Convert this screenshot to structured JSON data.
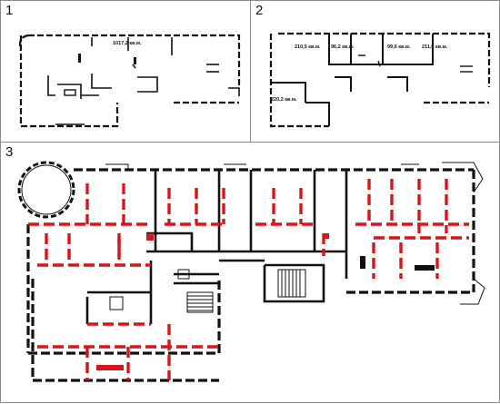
{
  "panels": [
    {
      "number": "1",
      "areas": [
        "1017,2 кв.м."
      ]
    },
    {
      "number": "2",
      "areas": [
        "210,5 кв.м.",
        "96,2 кв.м.",
        "99,6 кв.м.",
        "211,6 кв.м.",
        "220,2 кв.м."
      ]
    },
    {
      "number": "3",
      "areas": []
    }
  ],
  "colors": {
    "wall": "#111111",
    "new_partition": "#d9141b",
    "frame": "#8a8a8a"
  }
}
